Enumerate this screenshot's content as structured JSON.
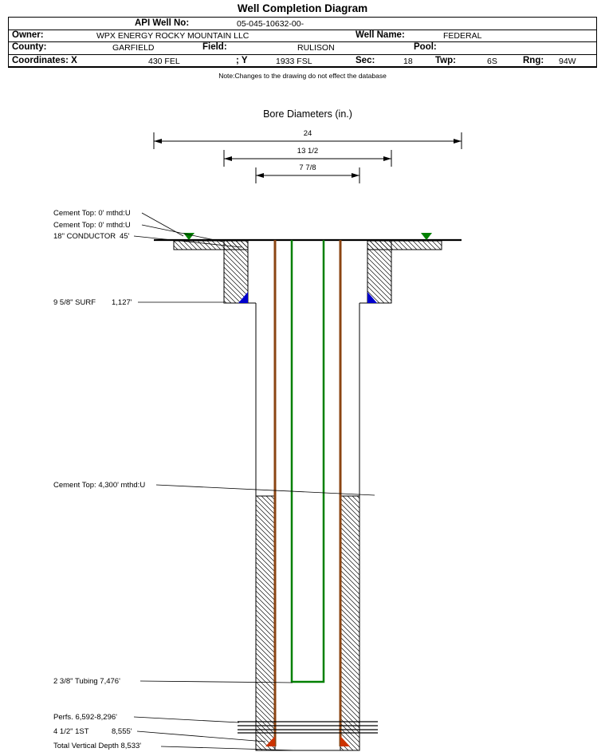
{
  "title": "Well Completion Diagram",
  "header": {
    "api_label": "API Well No:",
    "api_value": "05-045-10632-00-",
    "owner_label": "Owner:",
    "owner_value": "WPX ENERGY ROCKY MOUNTAIN LLC",
    "well_name_label": "Well Name:",
    "well_name_value": "FEDERAL",
    "county_label": "County:",
    "county_value": "GARFIELD",
    "field_label": "Field:",
    "field_value": "RULISON",
    "pool_label": "Pool:",
    "pool_value": "",
    "coords_label": "Coordinates: X",
    "coords_x_value": "430 FEL",
    "coords_y_label": "; Y",
    "coords_y_value": "1933 FSL",
    "sec_label": "Sec:",
    "sec_value": "18",
    "twp_label": "Twp:",
    "twp_value": "6S",
    "rng_label": "Rng:",
    "rng_value": "94W",
    "note": "Note:Changes to the drawing do not effect the database"
  },
  "diagram": {
    "bore_title": "Bore Diameters (in.)",
    "dim_24": "24",
    "dim_13": "13 1/2",
    "dim_7": "7 7/8",
    "annotations": {
      "cement_top_a": "Cement Top: 0' mthd:U",
      "cement_top_b": "Cement Top: 0' mthd:U",
      "conductor_label": "18\" CONDUCTOR",
      "conductor_depth": "45'",
      "surface_label": "9 5/8\" SURF",
      "surface_depth": "1,127'",
      "cement_top_c": "Cement Top: 4,300' mthd:U",
      "tubing_label": "2 3/8\" Tubing 7,476'",
      "perfs_label": "Perfs. 6,592-8,296'",
      "production_label": "4 1/2\" 1ST",
      "production_depth": "8,555'",
      "tvd_label": "Total Vertical Depth 8,533'"
    },
    "colors": {
      "casing": "#8b4513",
      "tubing": "#008000",
      "surface_shoe": "#0000cd",
      "production_shoe": "#cc3300",
      "cement_marker": "#008000"
    }
  }
}
